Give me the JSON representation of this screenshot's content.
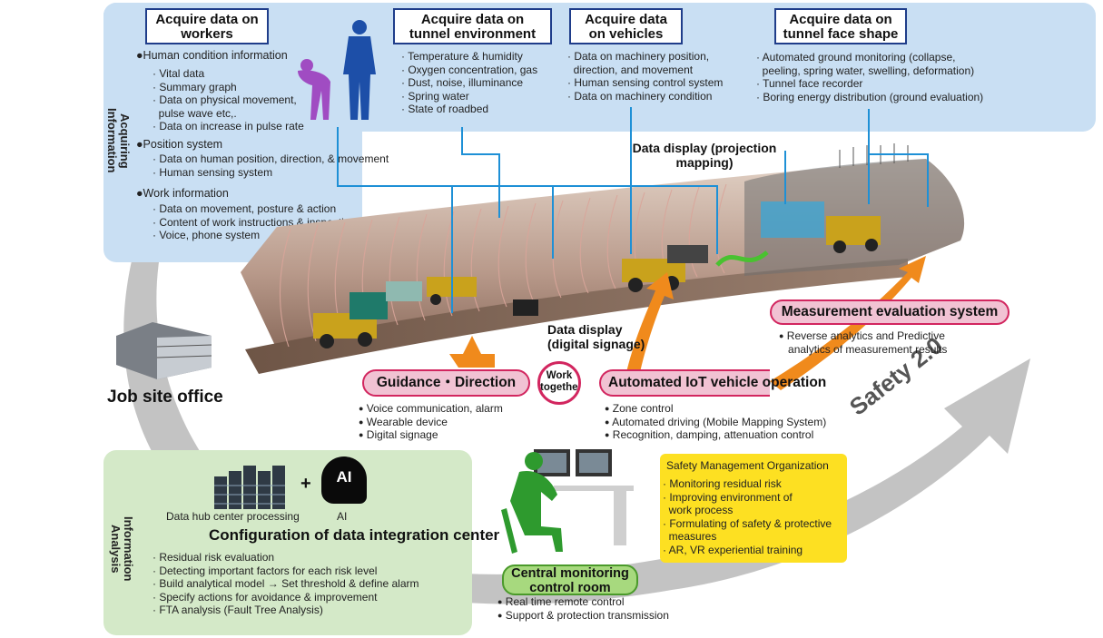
{
  "side_labels": {
    "acquiring": "Acquiring Information",
    "analysis": "Information Analysis"
  },
  "headers": {
    "workers": "Acquire data on workers",
    "tunnel_env": "Acquire data on tunnel environment",
    "vehicles": "Acquire data on vehicles",
    "face_shape": "Acquire data on tunnel face shape"
  },
  "workers": {
    "human_condition": "●Human condition information",
    "human_items": [
      "Vital data",
      "Summary graph",
      "Data on physical movement,",
      "pulse wave etc,.",
      "Data on increase in pulse rate"
    ],
    "position": "●Position system",
    "position_items": [
      "Data on human position, direction, & movement",
      "Human sensing system"
    ],
    "work": "●Work information",
    "work_items": [
      "Data on movement, posture & action",
      "Content of work instructions & inspection",
      "Voice, phone system"
    ]
  },
  "tunnel_env_items": [
    "Temperature & humidity",
    "Oxygen concentration, gas",
    "Dust, noise, illuminance",
    "Spring water",
    "State of roadbed"
  ],
  "vehicle_items": [
    "Data on machinery position,",
    "direction, and movement",
    "Human sensing control system",
    "Data on machinery condition"
  ],
  "face_items": [
    "Automated ground monitoring (collapse,",
    "peeling, spring water, swelling, deformation)",
    "Tunnel face recorder",
    "Boring energy distribution (ground evaluation)"
  ],
  "labels": {
    "projection": "Data display (projection mapping)",
    "signage": "Data display (digital signage)",
    "job_site": "Job site office",
    "safety": "Safety 2.0",
    "work_together": "Work together",
    "data_hub": "Data hub center processing",
    "ai_icon": "AI",
    "ai": "AI",
    "plus": "+"
  },
  "guidance": {
    "title": "Guidance・Direction",
    "items": [
      "Voice communication, alarm",
      "Wearable device",
      "Digital signage"
    ]
  },
  "iot": {
    "title": "Automated IoT vehicle operation",
    "items": [
      "Zone control",
      "Automated driving (Mobile Mapping System)",
      "Recognition, damping, attenuation control"
    ]
  },
  "measurement": {
    "title": "Measurement evaluation system",
    "items": [
      "Reverse analytics and Predictive",
      "analytics of measurement results"
    ]
  },
  "integration": {
    "title": "Configuration of data integration center",
    "items": [
      "Residual risk evaluation",
      "Detecting important factors for each risk level",
      "Build analytical model → Set threshold & define alarm",
      "Specify actions for avoidance & improvement",
      "FTA analysis (Fault Tree Analysis)"
    ]
  },
  "central": {
    "title": "Central monitoring control room",
    "items": [
      "Real time remote control",
      "Support & protection transmission"
    ]
  },
  "safety_org": {
    "title": "Safety Management Organization",
    "items": [
      "Monitoring residual risk",
      "Improving environment of",
      "work process",
      "Formulating of safety & protective",
      "measures",
      "AR, VR experiential training"
    ]
  },
  "colors": {
    "blue_panel": "#c9dff3",
    "green_panel": "#d4e9c8",
    "pink": "#f1c2d3",
    "pink_border": "#d2265f",
    "orange_arrow": "#f08a1c",
    "yellow": "#fde022",
    "green_pill": "#a7d97e",
    "connector": "#1e90d6"
  }
}
